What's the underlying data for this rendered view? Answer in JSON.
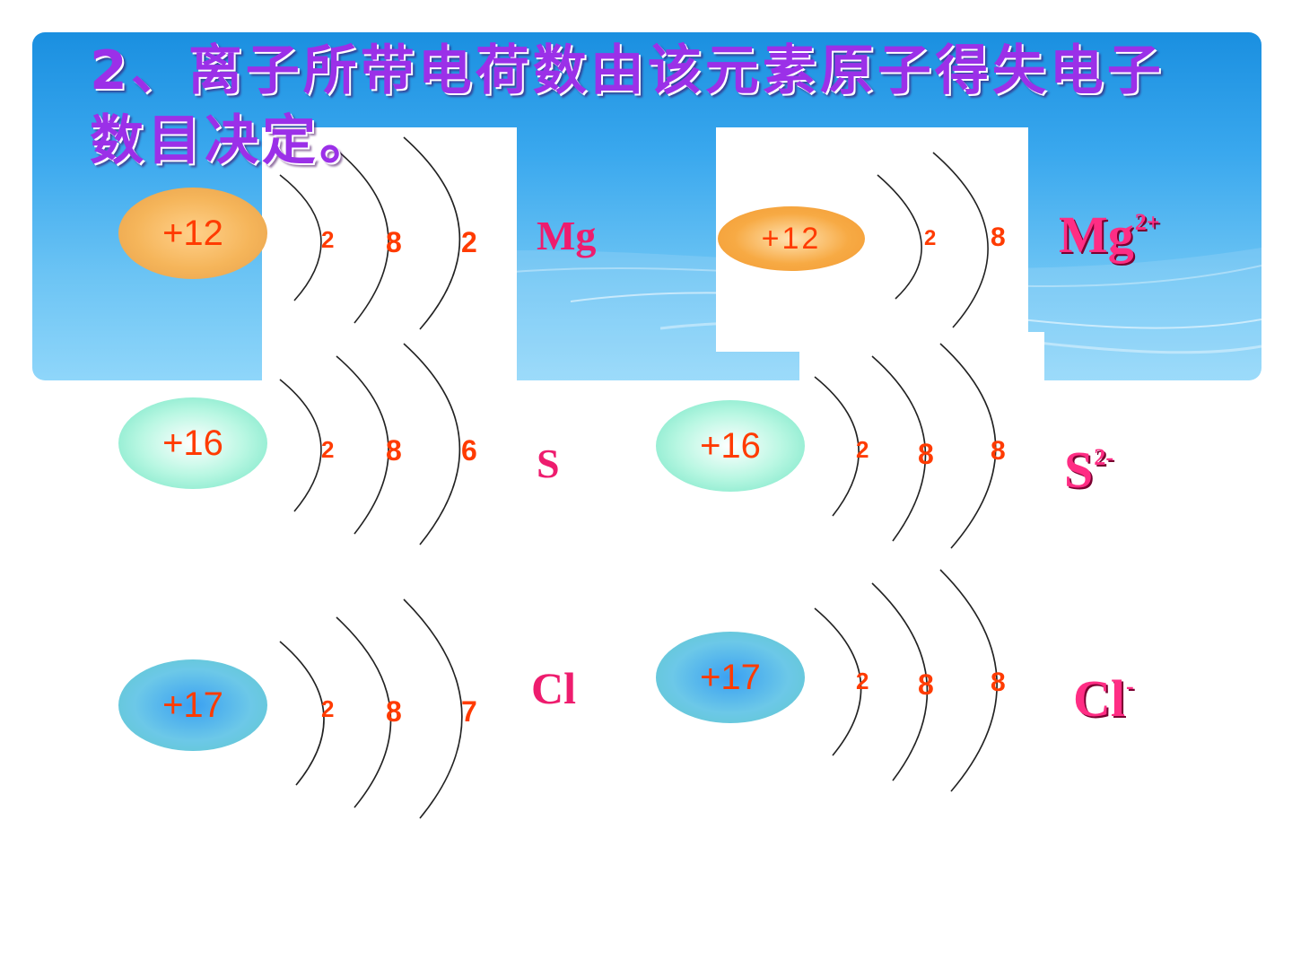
{
  "title": "2、离子所带电荷数由该元素原子得失电子数目决定。",
  "atoms": [
    {
      "nucleus": "+12",
      "shells": [
        "2",
        "8",
        "2"
      ],
      "symbol": "Mg"
    },
    {
      "nucleus": "+16",
      "shells": [
        "2",
        "8",
        "6"
      ],
      "symbol": "S"
    },
    {
      "nucleus": "+17",
      "shells": [
        "2",
        "8",
        "7"
      ],
      "symbol": "Cl"
    }
  ],
  "ions": [
    {
      "nucleus": "+12",
      "shells": [
        "2",
        "8"
      ],
      "symbol": "Mg",
      "charge": "2+"
    },
    {
      "nucleus": "+16",
      "shells": [
        "2",
        "8",
        "8"
      ],
      "symbol": "S",
      "charge": "2-"
    },
    {
      "nucleus": "+17",
      "shells": [
        "2",
        "8",
        "8"
      ],
      "symbol": "Cl",
      "charge": "-"
    }
  ],
  "colors": {
    "title": "#9b30e8",
    "electron_number": "#ff3b00",
    "symbol": "#ee1c6e",
    "banner": "#2a9be8"
  }
}
